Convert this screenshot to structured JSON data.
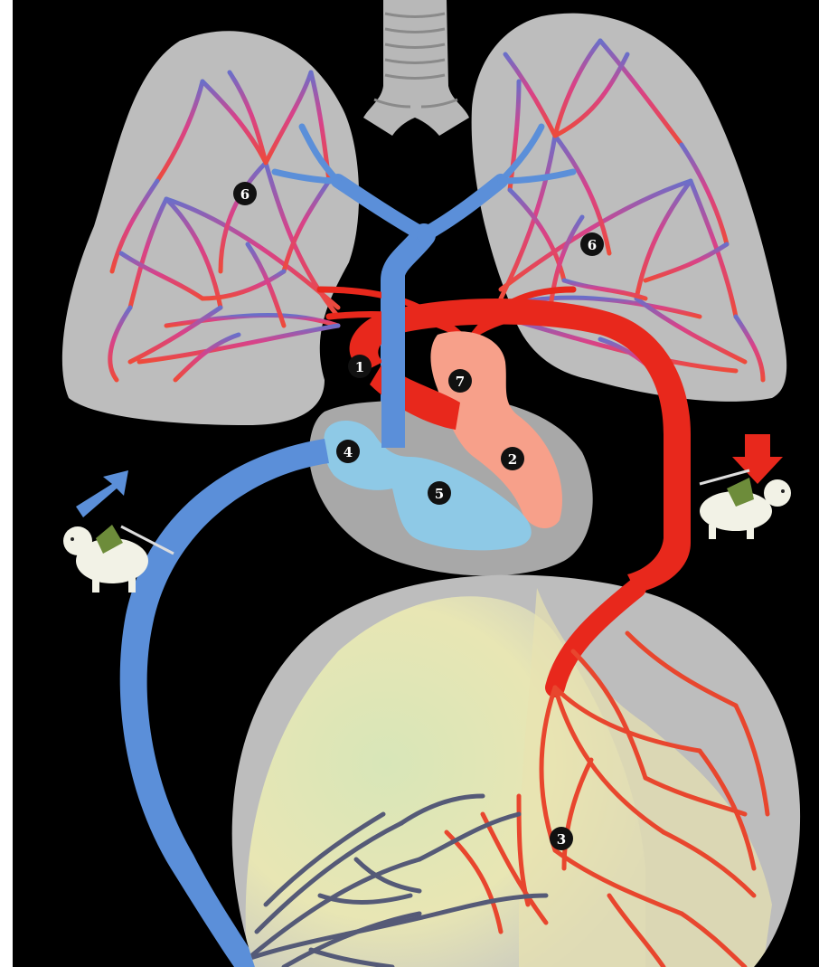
{
  "colors": {
    "background": "#000000",
    "page_margin": "#ffffff",
    "organ_gray": "#bdbdbd",
    "organ_gray_dark": "#9e9e9e",
    "deoxygenated_blue": "#5b8fd9",
    "oxygenated_red": "#e8281c",
    "capillary_red": "#e8462e",
    "capillary_blue": "#6a6fc9",
    "capillary_pink": "#d7428a",
    "right_heart_blue": "#8ec9e6",
    "left_heart_pink": "#f7a08a",
    "body_tissue_yellow": "#e6e6b0",
    "venule_gray": "#555a77"
  },
  "labels": {
    "n1": "1",
    "n2": "2",
    "n3": "3",
    "n4": "4",
    "n5": "5",
    "n6_left": "6",
    "n6_right": "6",
    "n7": "7"
  },
  "icons": {
    "up_arrow": "blue-up-arrow-icon",
    "down_arrow": "red-down-arrow-icon",
    "left_figure": "lamb-with-pump-icon",
    "right_figure": "lamb-with-pump-icon"
  }
}
